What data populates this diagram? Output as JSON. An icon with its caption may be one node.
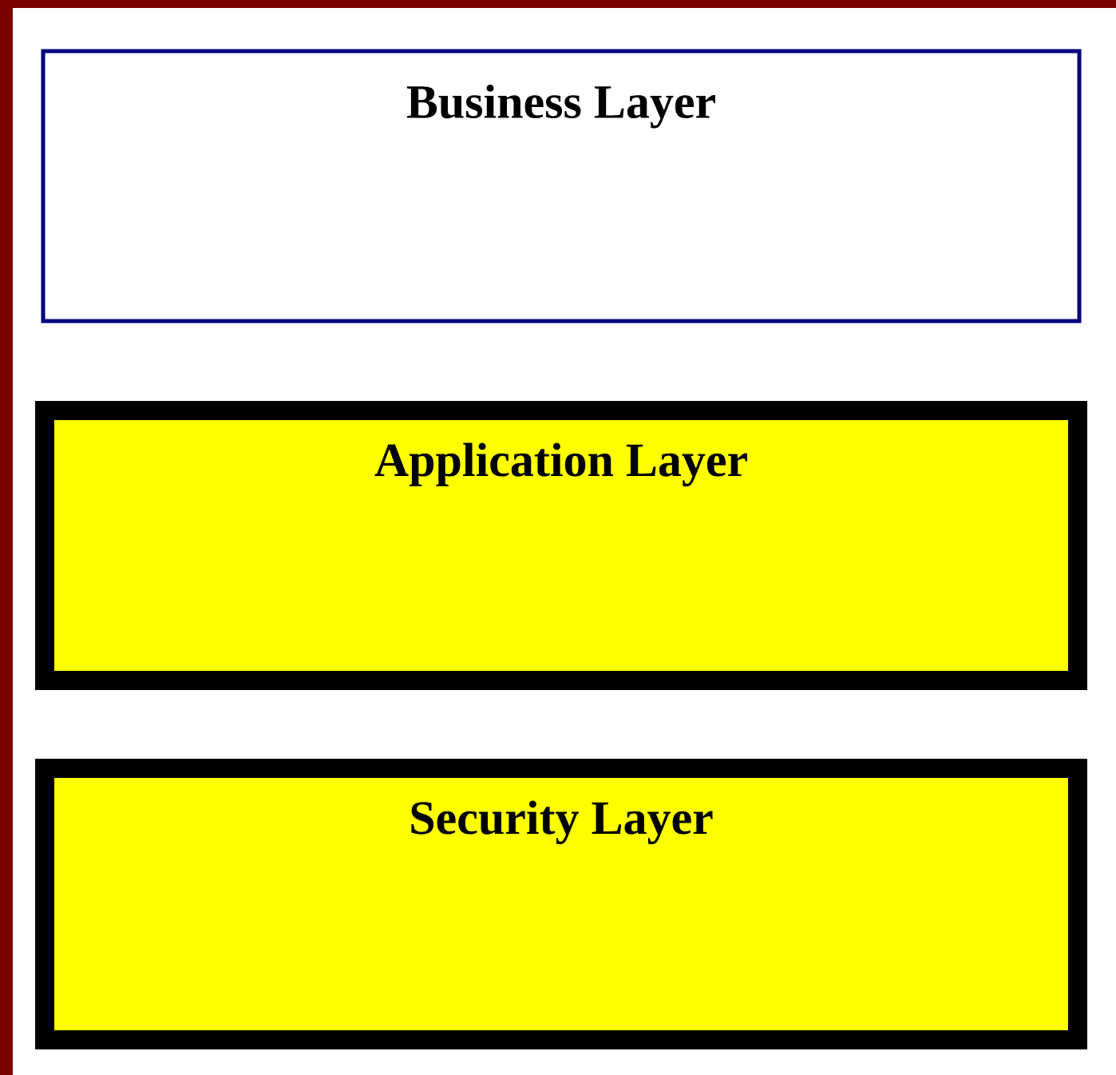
{
  "diagram": {
    "nodes": [
      {
        "text": [
          "Business Layer"
        ]
      },
      {
        "text": [
          "Application Layer"
        ]
      },
      {
        "text": [
          "Security Layer"
        ]
      }
    ]
  }
}
